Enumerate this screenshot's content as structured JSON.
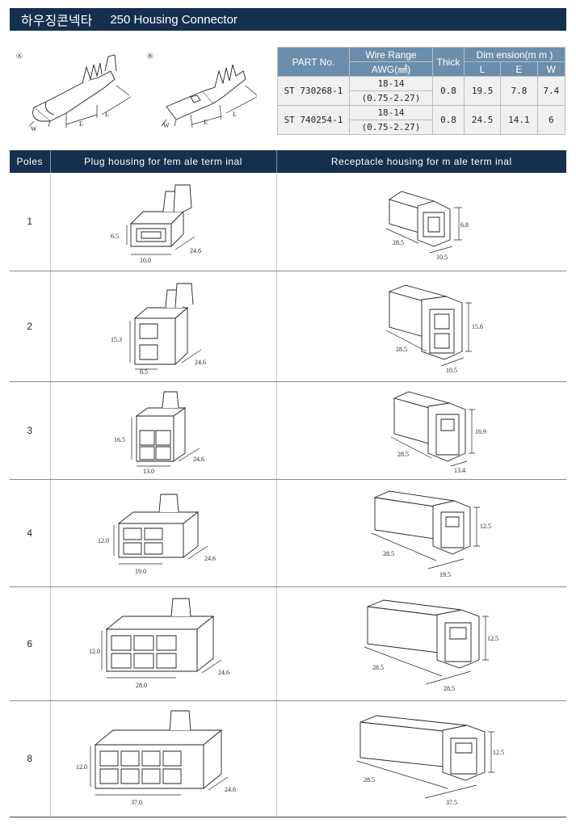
{
  "header": {
    "title_ko": "하우징콘넥타",
    "title_en": "250 Housing Connector"
  },
  "terminals": {
    "a": {
      "label": "Ⓐ",
      "dims": [
        "W",
        "E",
        "L"
      ]
    },
    "b": {
      "label": "Ⓑ",
      "dims": [
        "W",
        "E",
        "L"
      ]
    }
  },
  "spec_table": {
    "part_no": "PART No.",
    "wire_range": "Wire Range",
    "awg": "AWG(㎟)",
    "thick": "Thick",
    "dimension": "Dim ension(m m )",
    "dim_l": "L",
    "dim_e": "E",
    "dim_w": "W",
    "rows": [
      {
        "part": "ST 730268-1",
        "awg": "18-14",
        "mm": "(0.75-2.27)",
        "thick": "0.8",
        "l": "19.5",
        "e": "7.8",
        "w": "7.4"
      },
      {
        "part": "ST 740254-1",
        "awg": "18-14",
        "mm": "(0.75-2.27)",
        "thick": "0.8",
        "l": "24.5",
        "e": "14.1",
        "w": "6"
      }
    ]
  },
  "main_table": {
    "col_poles": "Poles",
    "col_plug": "Plug housing for fem ale term inal",
    "col_recept": "Receptacle housing for m ale term inal",
    "rows": [
      {
        "poles": "1",
        "plug": [
          "6.5",
          "10.0",
          "24.6"
        ],
        "recept": [
          "28.5",
          "6.8",
          "10.5"
        ]
      },
      {
        "poles": "2",
        "plug": [
          "15.3",
          "6.5",
          "24.6"
        ],
        "recept": [
          "28.5",
          "15.6",
          "10.5"
        ]
      },
      {
        "poles": "3",
        "plug": [
          "16.5",
          "13.0",
          "24.6"
        ],
        "recept": [
          "28.5",
          "16.9",
          "13.4"
        ]
      },
      {
        "poles": "4",
        "plug": [
          "12.0",
          "19.0",
          "24.6"
        ],
        "recept": [
          "28.5",
          "12.5",
          "19.5"
        ]
      },
      {
        "poles": "6",
        "plug": [
          "12.0",
          "28.0",
          "24.6"
        ],
        "recept": [
          "28.5",
          "12.5",
          "28.5"
        ]
      },
      {
        "poles": "8",
        "plug": [
          "12.0",
          "37.0",
          "24.6"
        ],
        "recept": [
          "28.5",
          "12.5",
          "37.5"
        ]
      }
    ]
  }
}
